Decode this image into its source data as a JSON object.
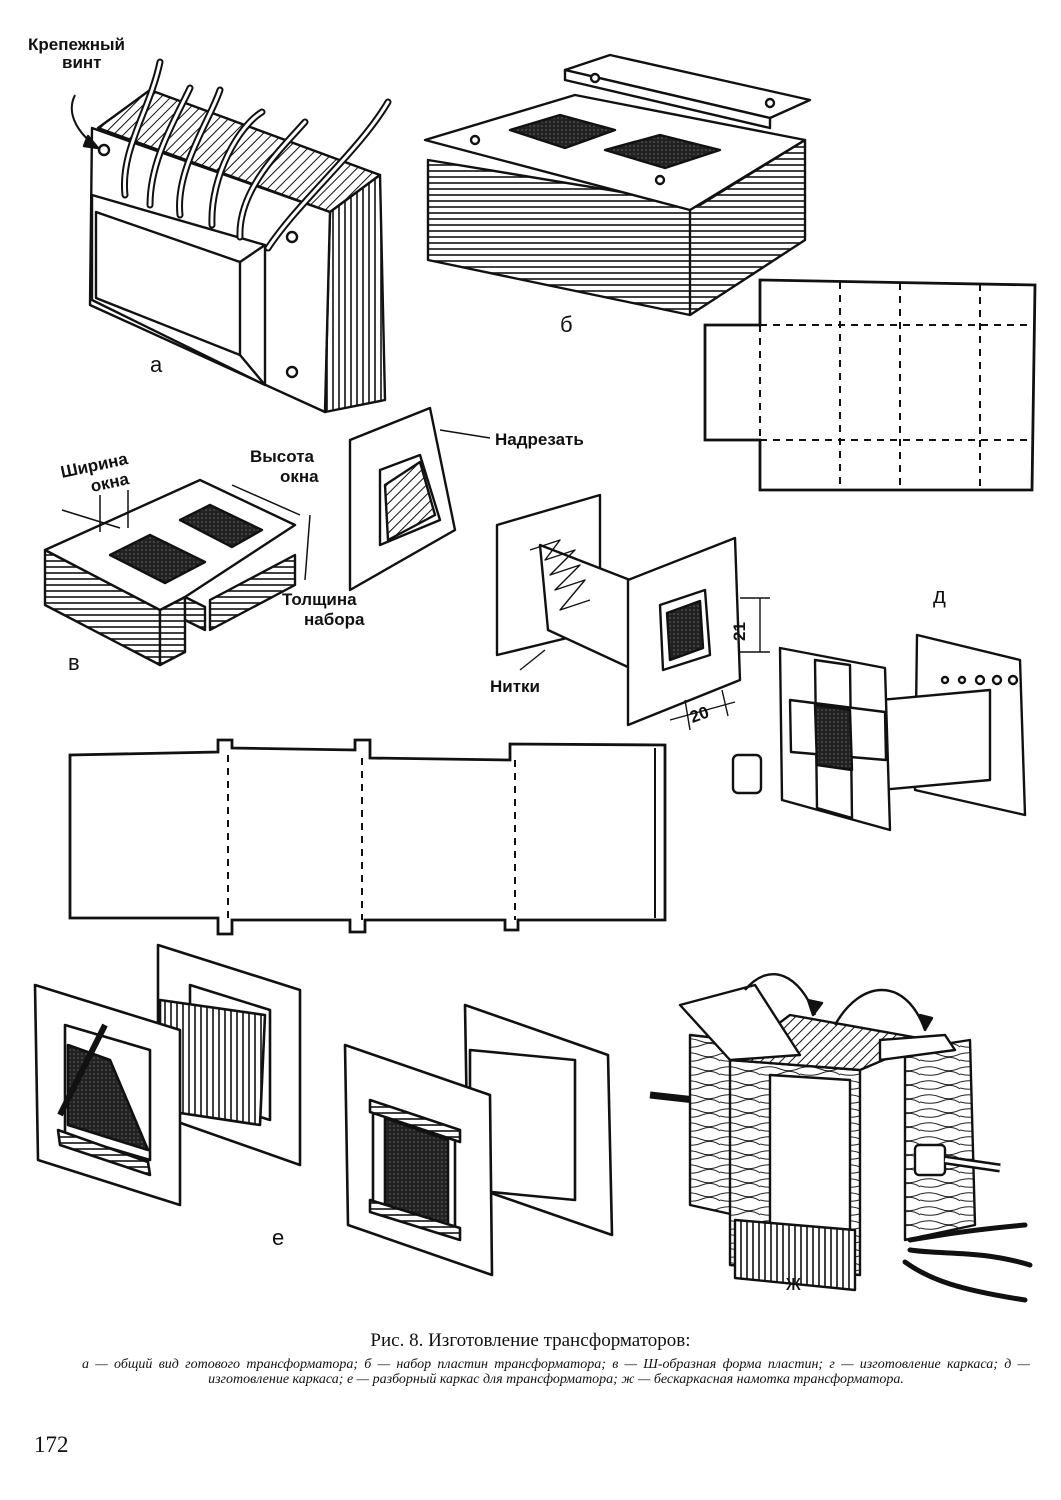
{
  "labels": {
    "mounting_screw": [
      "Крепежный",
      "винт"
    ],
    "cut_here": "Надрезать",
    "window_width": [
      "Ширина",
      "окна"
    ],
    "window_height": [
      "Высота",
      "окна"
    ],
    "stack_thickness": [
      "Толщина",
      "набора"
    ],
    "threads": "Нитки",
    "dim_21": "21",
    "dim_20": "20"
  },
  "panel_letters": {
    "a": "а",
    "b": "б",
    "v": "в",
    "d": "д",
    "e": "е",
    "zh": "ж"
  },
  "caption": "Рис. 8. Изготовление трансформаторов:",
  "description": "а — общий вид готового трансформатора; б — набор пластин трансформатора; в — Ш-образная форма пластин; г — изготовление каркаса; д — изготовление каркаса; е — разборный каркас для трансформатора; ж — бескаркасная намотка трансформатора.",
  "page_number": "172"
}
